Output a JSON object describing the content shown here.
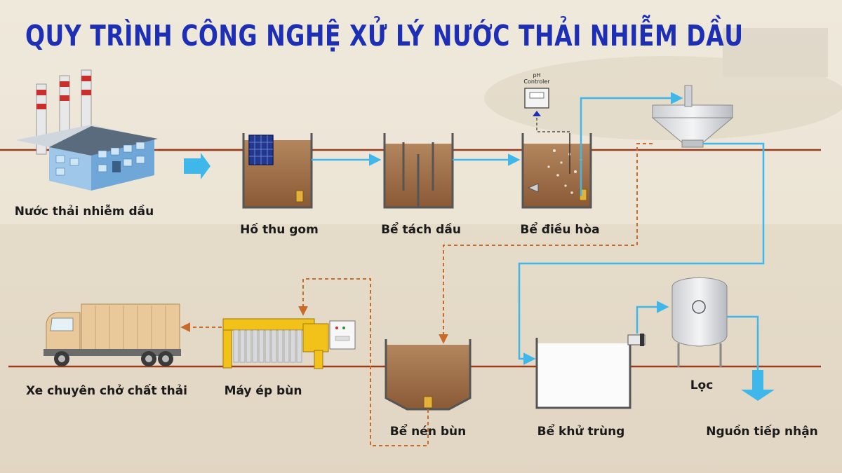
{
  "title": "QUY TRÌNH CÔNG NGHỆ XỬ LÝ NƯỚC THẢI NHIỄM DẦU",
  "labels": {
    "source": "Nước thải nhiễm dầu",
    "collection_pit": "Hố thu gom",
    "oil_separator": "Bể tách dầu",
    "equalization": "Bể điều hòa",
    "sludge_thickener": "Bể nén bùn",
    "filter_press": "Máy ép bùn",
    "waste_truck": "Xe chuyên chở chất thải",
    "disinfection": "Bể khử trùng",
    "filter": "Lọc",
    "receiving_source": "Nguồn tiếp nhận"
  },
  "ph_controller": {
    "line1": "pH",
    "line2": "Controler"
  },
  "colors": {
    "title": "#1d2fb5",
    "water_flow": "#3fb7ea",
    "sludge_flow": "#c86a2a",
    "tank_water": "#9b6a44",
    "ground_line": "#9a3b1c"
  }
}
